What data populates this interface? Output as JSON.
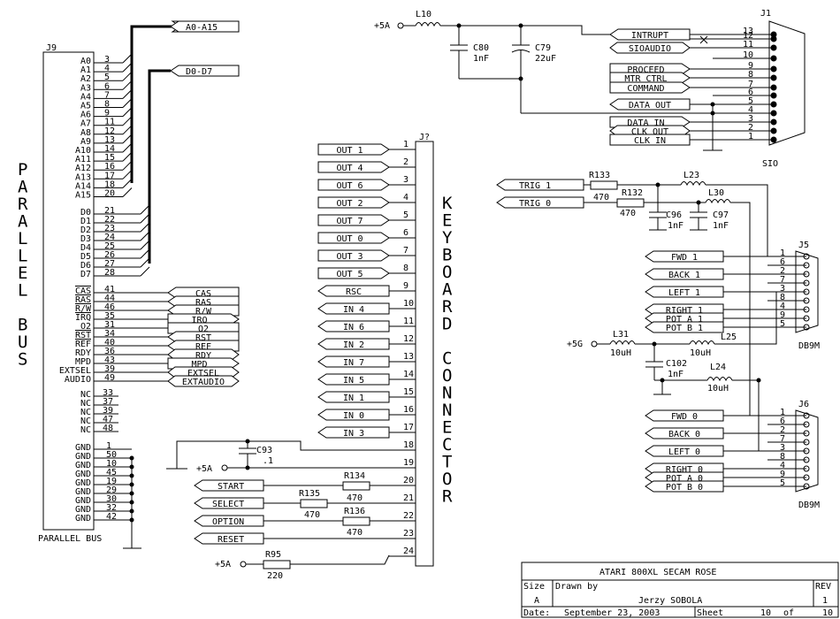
{
  "j9": {
    "ref": "J9",
    "footer": "PARALLEL BUS",
    "vertical_title": "PARALLEL BUS",
    "address_pins": [
      {
        "name": "A0",
        "pin": "3"
      },
      {
        "name": "A1",
        "pin": "4"
      },
      {
        "name": "A2",
        "pin": "5"
      },
      {
        "name": "A3",
        "pin": "6"
      },
      {
        "name": "A4",
        "pin": "7"
      },
      {
        "name": "A5",
        "pin": "8"
      },
      {
        "name": "A6",
        "pin": "9"
      },
      {
        "name": "A7",
        "pin": "11"
      },
      {
        "name": "A8",
        "pin": "12"
      },
      {
        "name": "A9",
        "pin": "13"
      },
      {
        "name": "A10",
        "pin": "14"
      },
      {
        "name": "A11",
        "pin": "15"
      },
      {
        "name": "A12",
        "pin": "16"
      },
      {
        "name": "A13",
        "pin": "17"
      },
      {
        "name": "A14",
        "pin": "18"
      },
      {
        "name": "A15",
        "pin": "20"
      }
    ],
    "data_pins": [
      {
        "name": "D0",
        "pin": "21"
      },
      {
        "name": "D1",
        "pin": "22"
      },
      {
        "name": "D2",
        "pin": "23"
      },
      {
        "name": "D3",
        "pin": "24"
      },
      {
        "name": "D4",
        "pin": "25"
      },
      {
        "name": "D5",
        "pin": "26"
      },
      {
        "name": "D6",
        "pin": "27"
      },
      {
        "name": "D7",
        "pin": "28"
      }
    ],
    "control_pins": [
      {
        "name": "CAS",
        "pin": "41",
        "net": "CAS"
      },
      {
        "name": "RAS",
        "pin": "44",
        "net": "RAS"
      },
      {
        "name": "R/W",
        "pin": "46",
        "net": "R/W"
      },
      {
        "name": "IRQ",
        "pin": "35",
        "net": "IRQ"
      },
      {
        "name": "O2",
        "pin": "31",
        "net": "O2"
      },
      {
        "name": "RST",
        "pin": "34",
        "net": "RST"
      },
      {
        "name": "REF",
        "pin": "40",
        "net": "REF"
      },
      {
        "name": "RDY",
        "pin": "36",
        "net": "RDY"
      },
      {
        "name": "MPD",
        "pin": "43",
        "net": "MPD"
      },
      {
        "name": "EXTSEL",
        "pin": "39",
        "net": "EXTSEL"
      },
      {
        "name": "AUDIO",
        "pin": "49",
        "net": "EXTAUDIO"
      }
    ],
    "nc_pins": [
      {
        "name": "NC",
        "pin": "33"
      },
      {
        "name": "NC",
        "pin": "37"
      },
      {
        "name": "NC",
        "pin": "39"
      },
      {
        "name": "NC",
        "pin": "47"
      },
      {
        "name": "NC",
        "pin": "48"
      }
    ],
    "gnd_pins": [
      {
        "name": "GND",
        "pin": "1"
      },
      {
        "name": "GND",
        "pin": "50"
      },
      {
        "name": "GND",
        "pin": "10"
      },
      {
        "name": "GND",
        "pin": "45"
      },
      {
        "name": "GND",
        "pin": "19"
      },
      {
        "name": "GND",
        "pin": "29"
      },
      {
        "name": "GND",
        "pin": "30"
      },
      {
        "name": "GND",
        "pin": "32"
      },
      {
        "name": "GND",
        "pin": "42"
      }
    ],
    "addr_bus_label": "A0-A15",
    "data_bus_label": "D0-D7"
  },
  "keyboard": {
    "ref": "J?",
    "title": "KEYBOARD CONNECTOR",
    "pins": [
      {
        "pin": "1",
        "net": "OUT 1"
      },
      {
        "pin": "2",
        "net": "OUT 4"
      },
      {
        "pin": "3",
        "net": "OUT 6"
      },
      {
        "pin": "4",
        "net": "OUT 2"
      },
      {
        "pin": "5",
        "net": "OUT 7"
      },
      {
        "pin": "6",
        "net": "OUT 0"
      },
      {
        "pin": "7",
        "net": "OUT 3"
      },
      {
        "pin": "8",
        "net": "OUT 5"
      },
      {
        "pin": "9",
        "net": "RSC"
      },
      {
        "pin": "10",
        "net": "IN 4"
      },
      {
        "pin": "11",
        "net": "IN 6"
      },
      {
        "pin": "12",
        "net": "IN 2"
      },
      {
        "pin": "13",
        "net": "IN 7"
      },
      {
        "pin": "14",
        "net": "IN 5"
      },
      {
        "pin": "15",
        "net": "IN 1"
      },
      {
        "pin": "16",
        "net": "IN 0"
      },
      {
        "pin": "17",
        "net": "IN 3"
      },
      {
        "pin": "18",
        "net": ""
      },
      {
        "pin": "19",
        "net": ""
      },
      {
        "pin": "20",
        "net": "START"
      },
      {
        "pin": "21",
        "net": "SELECT"
      },
      {
        "pin": "22",
        "net": "OPTION"
      },
      {
        "pin": "23",
        "net": "RESET"
      },
      {
        "pin": "24",
        "net": ""
      }
    ],
    "power_label": "+5A",
    "c93": {
      "ref": "C93",
      "value": ".1"
    },
    "r134": {
      "ref": "R134",
      "value": "470"
    },
    "r135": {
      "ref": "R135",
      "value": "470"
    },
    "r136": {
      "ref": "R136",
      "value": "470"
    },
    "r95": {
      "ref": "R95",
      "value": "220"
    },
    "r95_power": "+5A"
  },
  "sio": {
    "ref": "J1",
    "footer": "SIO",
    "power_label": "+5A",
    "l10": {
      "ref": "L10"
    },
    "c80": {
      "ref": "C80",
      "value": "1nF"
    },
    "c79": {
      "ref": "C79",
      "value": "22uF"
    },
    "pins": [
      {
        "pin": "13",
        "net": "INTRUPT"
      },
      {
        "pin": "12",
        "net": ""
      },
      {
        "pin": "11",
        "net": "SIOAUDIO"
      },
      {
        "pin": "10",
        "net": ""
      },
      {
        "pin": "9",
        "net": "PROCEED"
      },
      {
        "pin": "8",
        "net": "MTR CTRL"
      },
      {
        "pin": "7",
        "net": "COMMAND"
      },
      {
        "pin": "6",
        "net": ""
      },
      {
        "pin": "5",
        "net": "DATA OUT"
      },
      {
        "pin": "4",
        "net": ""
      },
      {
        "pin": "3",
        "net": "DATA IN"
      },
      {
        "pin": "2",
        "net": "CLK OUT"
      },
      {
        "pin": "1",
        "net": "CLK IN"
      }
    ]
  },
  "joystick": {
    "trig1": "TRIG 1",
    "trig0": "TRIG 0",
    "r133": {
      "ref": "R133",
      "value": "470"
    },
    "r132": {
      "ref": "R132",
      "value": "470"
    },
    "l23": {
      "ref": "L23"
    },
    "l30": {
      "ref": "L30"
    },
    "c96": {
      "ref": "C96",
      "value": "1nF"
    },
    "c97": {
      "ref": "C97",
      "value": "1nF"
    },
    "l31": {
      "ref": "L31",
      "value": "10uH"
    },
    "l25": {
      "ref": "L25",
      "value": "10uH"
    },
    "l24": {
      "ref": "L24",
      "value": "10uH"
    },
    "c102": {
      "ref": "C102",
      "value": "1nF"
    },
    "power_label": "+5G",
    "j5": {
      "ref": "J5",
      "type": "DB9M",
      "nets": [
        "FWD 1",
        "BACK 1",
        "LEFT 1",
        "RIGHT 1",
        "POT A 1",
        "POT B 1"
      ],
      "pins": [
        "1",
        "6",
        "2",
        "7",
        "3",
        "8",
        "4",
        "9",
        "5"
      ]
    },
    "j6": {
      "ref": "J6",
      "type": "DB9M",
      "nets": [
        "FWD 0",
        "BACK 0",
        "LEFT 0",
        "RIGHT 0",
        "POT A 0",
        "POT B 0"
      ],
      "pins": [
        "1",
        "6",
        "2",
        "7",
        "3",
        "8",
        "4",
        "9",
        "5"
      ]
    }
  },
  "title_block": {
    "title": "ATARI 800XL SECAM ROSE",
    "size_label": "Size",
    "size_value": "A",
    "drawn_label": "Drawn by",
    "drawn_value": "Jerzy SOBOLA",
    "rev_label": "REV",
    "rev_value": "1",
    "date_label": "Date:",
    "date_value": "September 23, 2003",
    "sheet_label": "Sheet",
    "sheet_value": "10",
    "of_label": "of",
    "of_value": "10"
  }
}
